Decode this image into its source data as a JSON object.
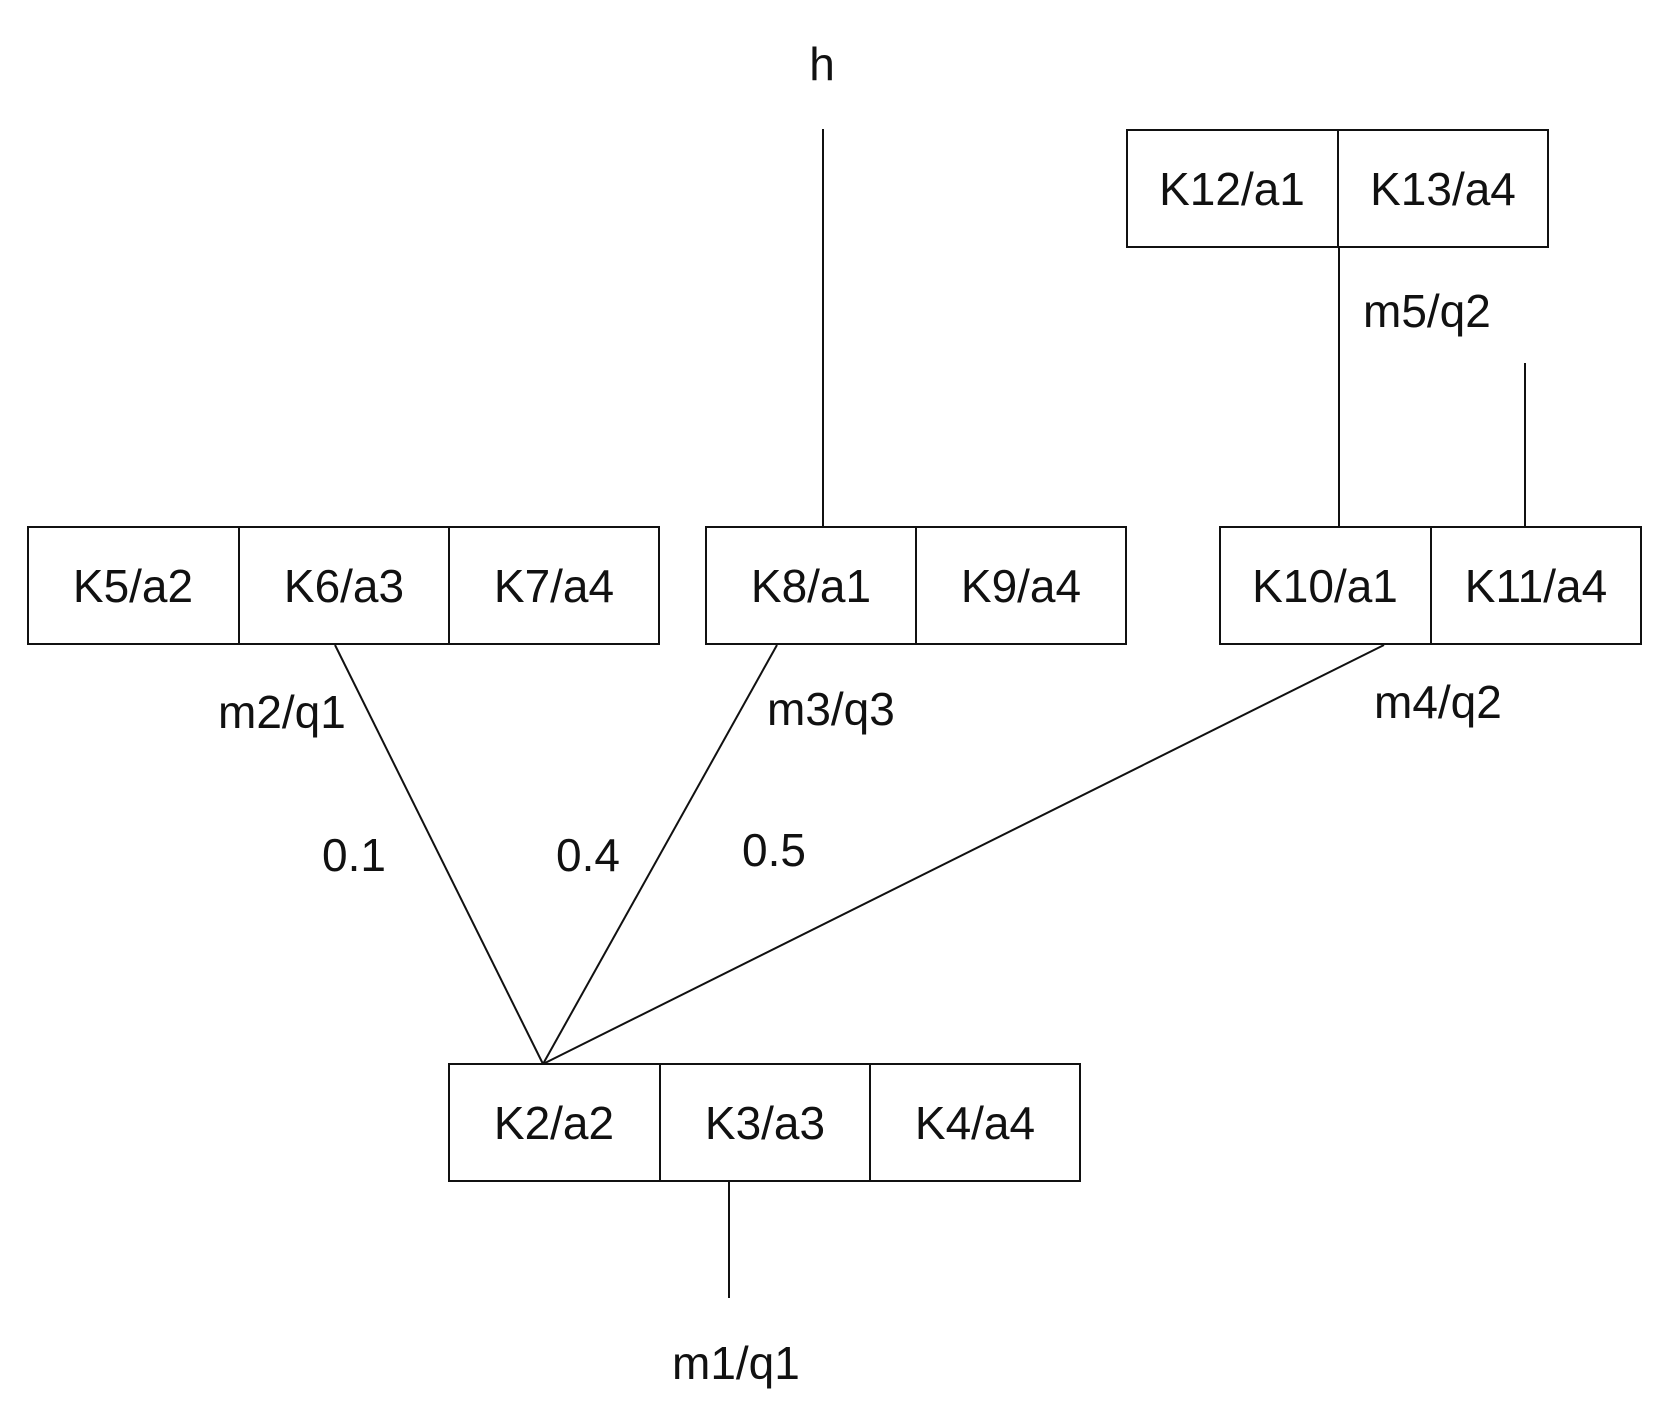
{
  "diagram": {
    "top_label": "h",
    "nodes": {
      "root": [
        "K2/a2",
        "K3/a3",
        "K4/a4"
      ],
      "left": [
        "K5/a2",
        "K6/a3",
        "K7/a4"
      ],
      "middle": [
        "K8/a1",
        "K9/a4"
      ],
      "right": [
        "K10/a1",
        "K11/a4"
      ],
      "top_right": [
        "K12/a1",
        "K13/a4"
      ]
    },
    "edge_labels": {
      "root_bottom": "m1/q1",
      "left_edge": "m2/q1",
      "middle_edge": "m3/q3",
      "right_edge": "m4/q2",
      "top_right_edge": "m5/q2"
    },
    "weights": {
      "left": "0.1",
      "middle": "0.4",
      "right": "0.5"
    }
  }
}
